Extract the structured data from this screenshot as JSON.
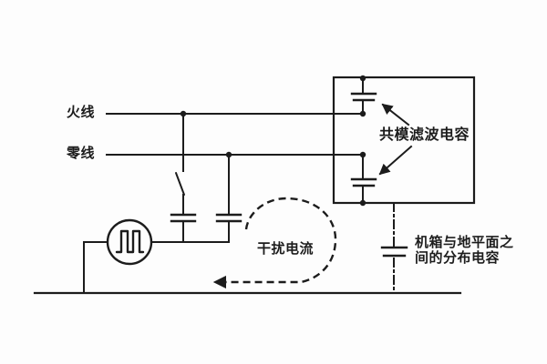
{
  "diagram": {
    "labels": {
      "live_wire": "火线",
      "neutral_wire": "零线",
      "common_mode_filter_capacitor": "共模滤波电容",
      "interference_current": "干扰电流",
      "distributed_capacitance_line1": "机箱与地平面之",
      "distributed_capacitance_line2": "间的分布电容"
    },
    "colors": {
      "line": "#1c1c1c",
      "background": "#fdfdfd"
    }
  }
}
